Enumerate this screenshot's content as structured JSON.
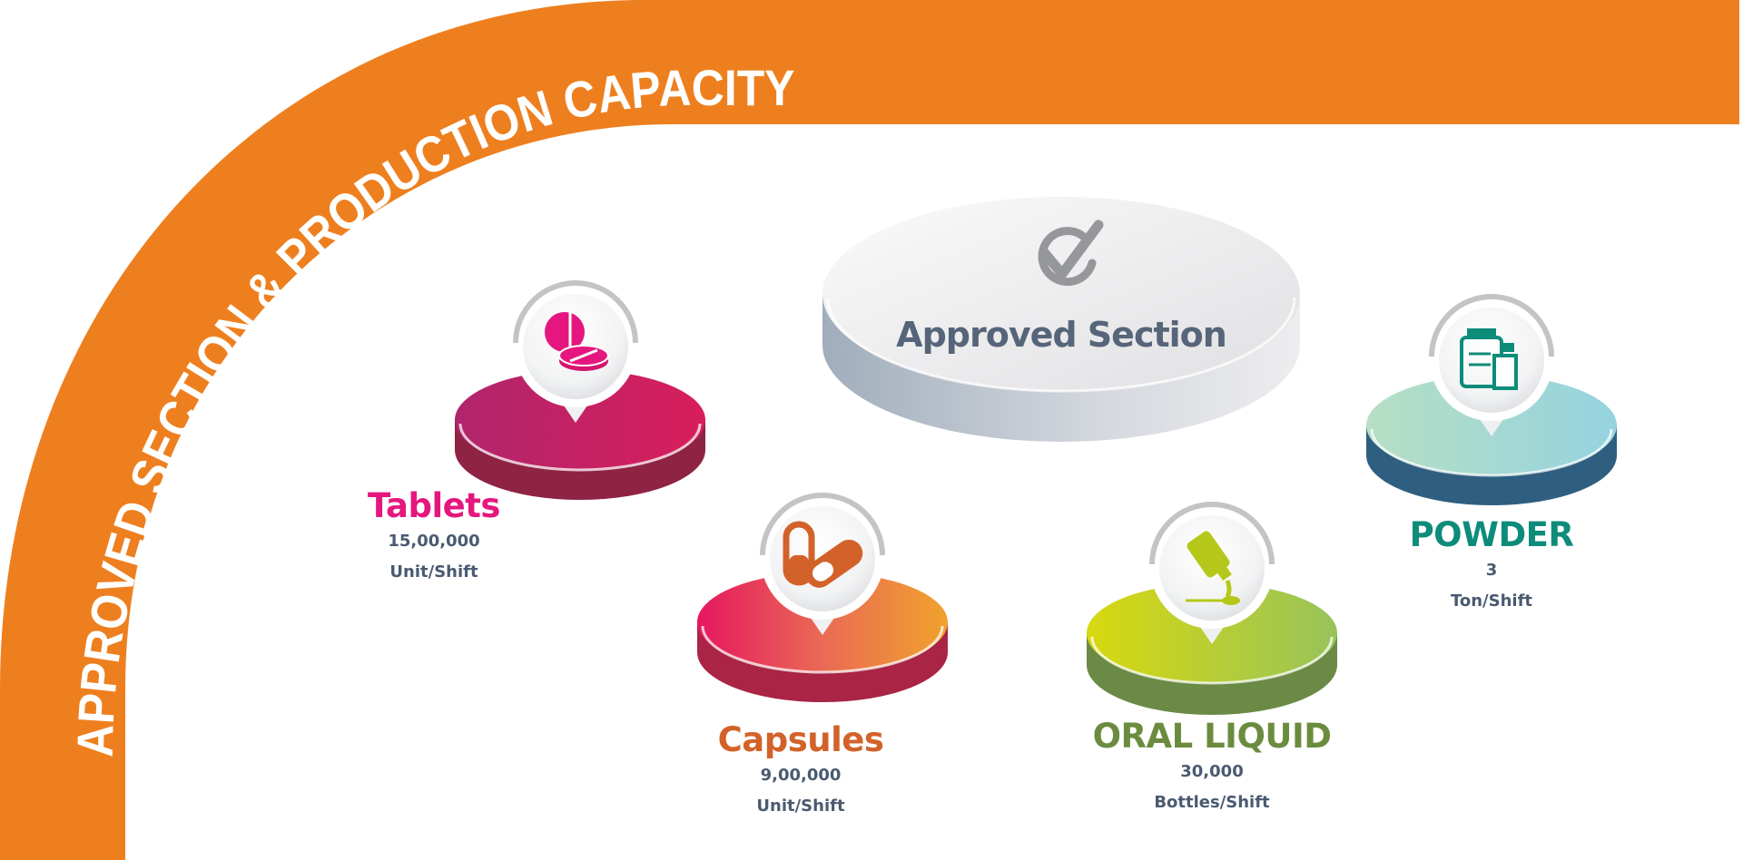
{
  "banner": {
    "title": "APPROVED SECTION & PRODUCTION CAPACITY",
    "color": "#EE7F1F"
  },
  "center": {
    "label": "Approved Section",
    "icon": "check-circle-icon"
  },
  "sections": [
    {
      "name": "Tablets",
      "value": "15,00,000",
      "unit": "Unit/Shift",
      "color": "#E5177E",
      "icon": "tablet-pill-icon"
    },
    {
      "name": "Capsules",
      "value": "9,00,000",
      "unit": "Unit/Shift",
      "color": "#D2622A",
      "icon": "capsule-icon"
    },
    {
      "name": "ORAL LIQUID",
      "value": "30,000",
      "unit": "Bottles/Shift",
      "color": "#6B8C3E",
      "icon": "liquid-bottle-icon"
    },
    {
      "name": "POWDER",
      "value": "3",
      "unit": "Ton/Shift",
      "color": "#0E8C7A",
      "icon": "powder-jar-icon"
    }
  ]
}
